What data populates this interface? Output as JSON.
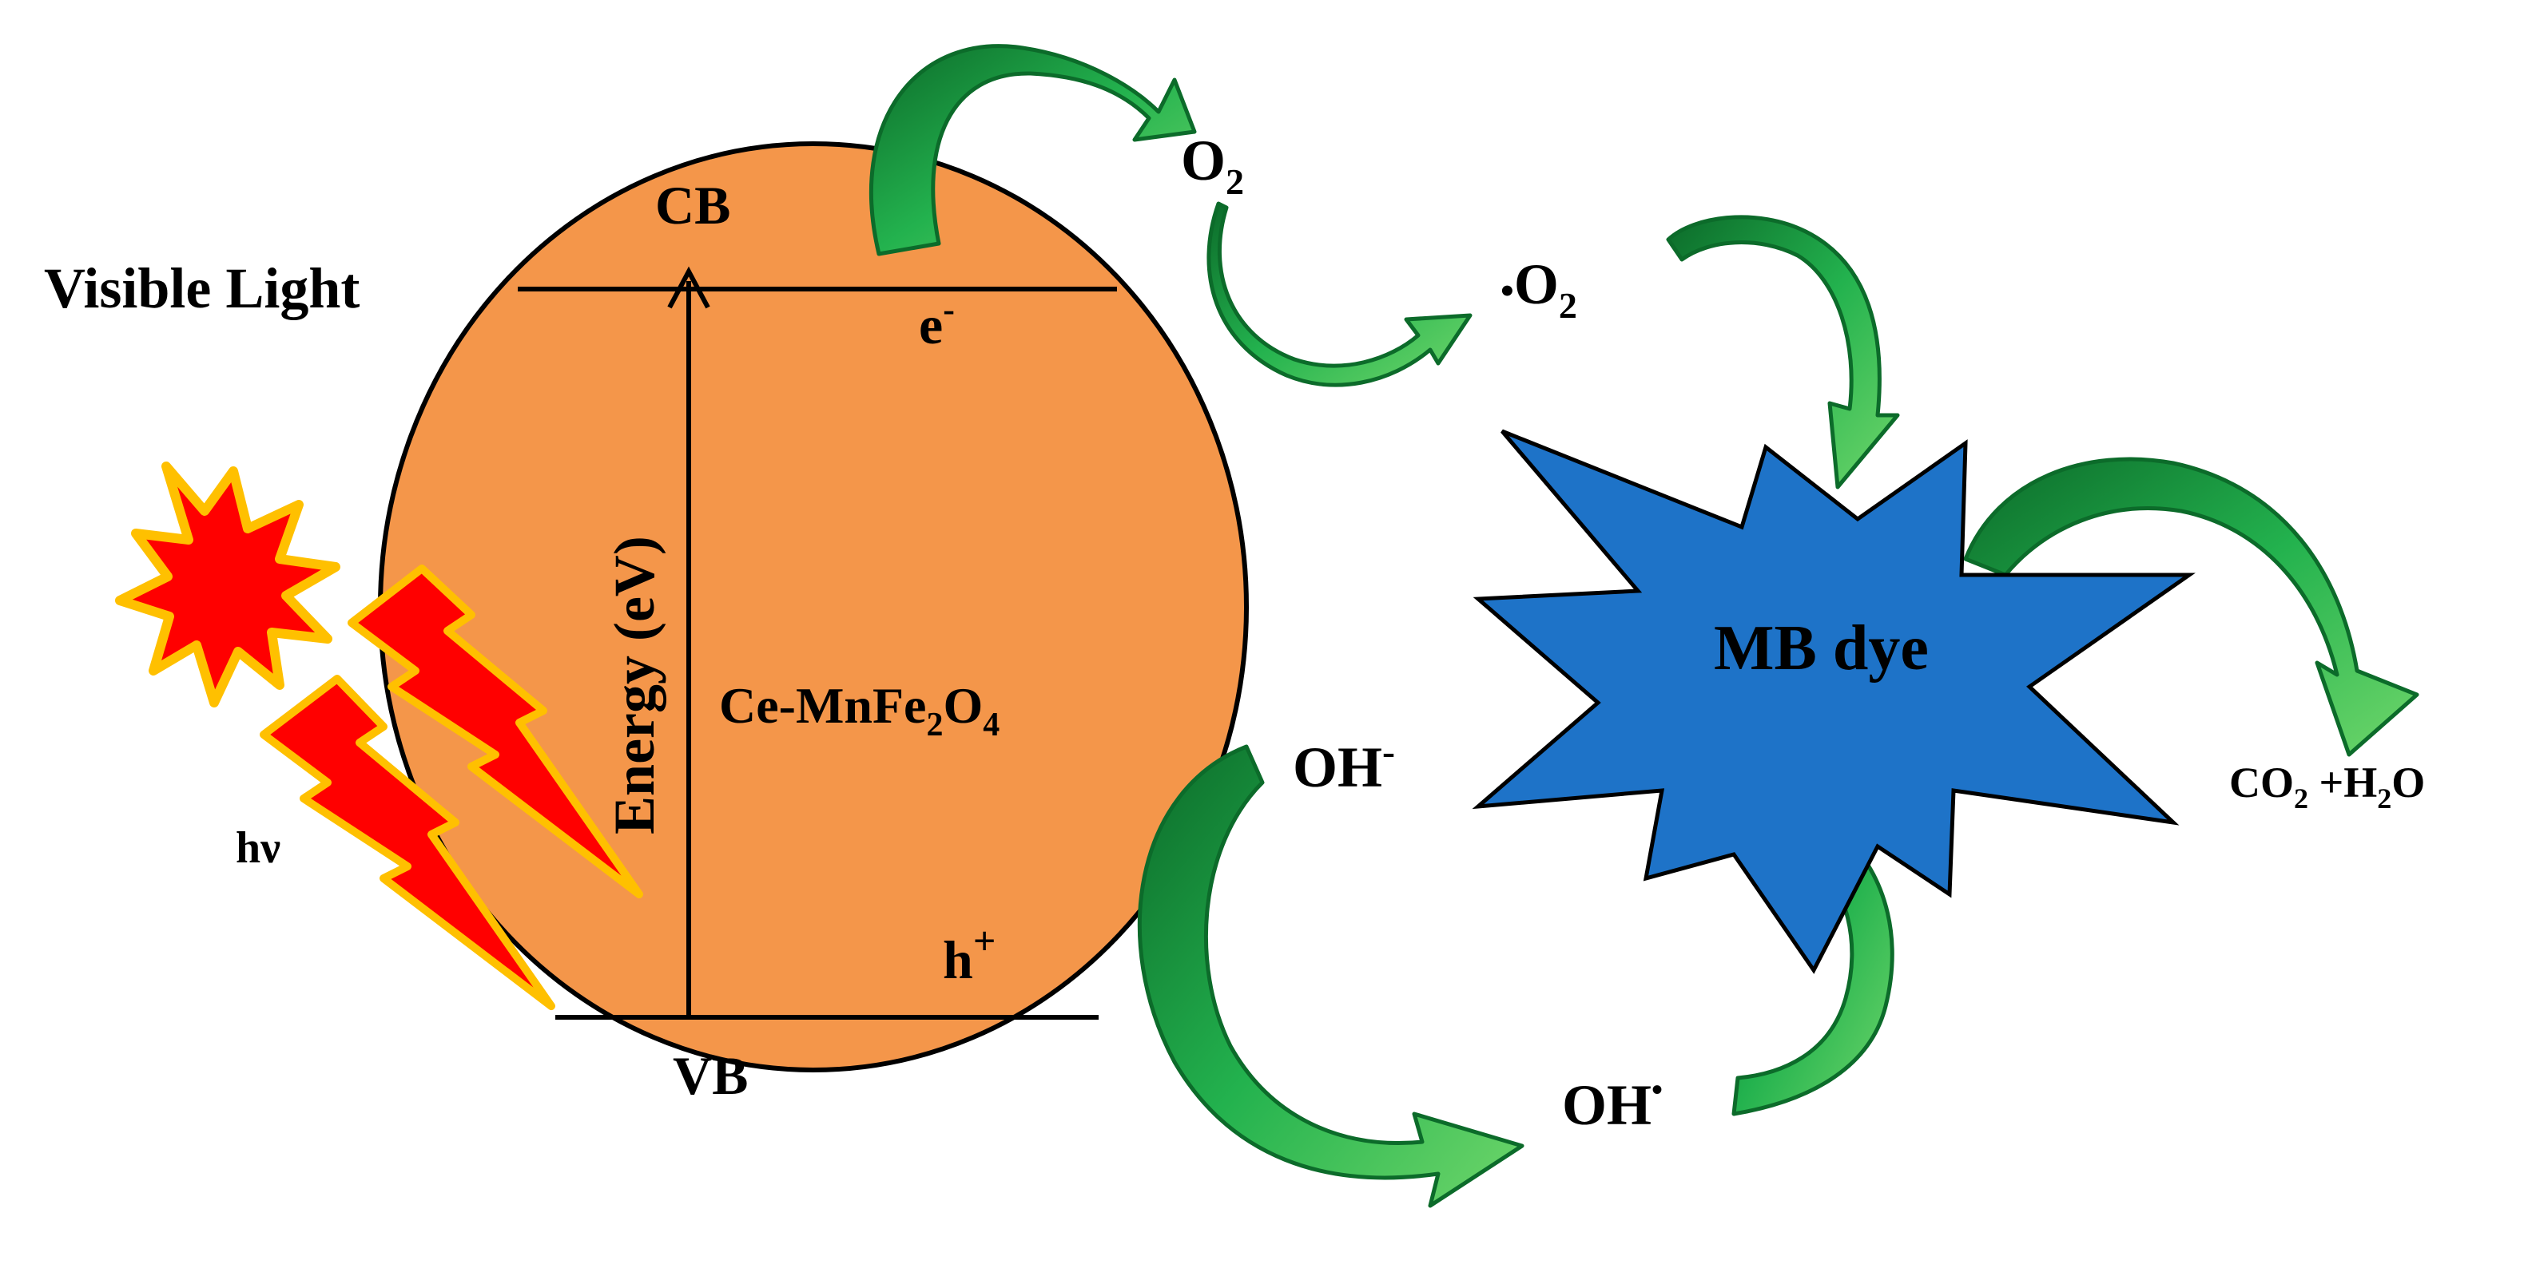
{
  "labels": {
    "visible_light": "Visible Light",
    "cb": "CB",
    "vb": "VB",
    "electron_base": "e",
    "electron_sup": "-",
    "hole_base": "h",
    "hole_sup": "+",
    "energy_axis": "Energy (eV)",
    "catalyst_prefix": "Ce-MnFe",
    "catalyst_sub1": "2",
    "catalyst_mid": "O",
    "catalyst_sub2": "4",
    "hv": "hν",
    "o2_base": "O",
    "o2_sub": "2",
    "radical_dot": "•",
    "superoxide_base": "O",
    "superoxide_sub": "2",
    "hydroxide_base": "OH",
    "hydroxide_sup": "-",
    "hydroxyl_base": "OH",
    "hydroxyl_sup": "•",
    "dye": "MB dye",
    "co2_base": "CO",
    "co2_sub": "2",
    "plus_h": " +H",
    "h2o_sub": "2",
    "h2o_o": "O"
  },
  "colors": {
    "particle_fill": "#F4964A",
    "outline": "#000000",
    "arrow_green": "#1FAD4B",
    "arrow_dark": "#0C6B2A",
    "dye_blue": "#1E73C8",
    "sun_red": "#FF0000",
    "sun_glow": "#FFC000"
  }
}
